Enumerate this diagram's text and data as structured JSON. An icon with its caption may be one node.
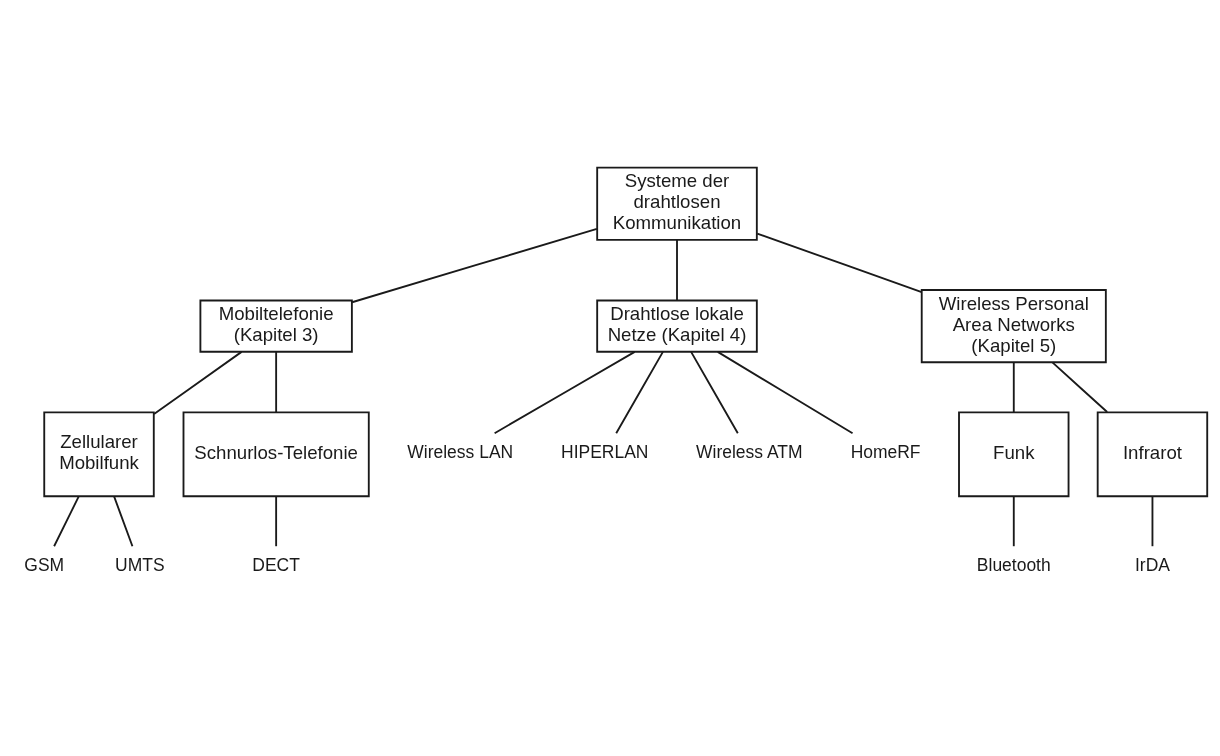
{
  "diagram": {
    "nodes": [
      {
        "text": [
          "Systeme der drahtlosen Kommunikation"
        ]
      },
      {
        "text": [
          "Mobiltelefonie (Kapitel 3)"
        ]
      },
      {
        "text": [
          "Drahtlose lokale Netze (Kapitel 4)"
        ]
      },
      {
        "text": [
          "Wireless Personal Area Networks (Kapitel 5)"
        ]
      },
      {
        "text": [
          "Zellularer Mobilfunk"
        ]
      },
      {
        "text": [
          "Schnurlos-Telefonie"
        ]
      },
      {
        "text": [
          "GSM"
        ]
      },
      {
        "text": [
          "UMTS"
        ]
      },
      {
        "text": [
          "DECT"
        ]
      },
      {
        "text": [
          "Wireless LAN"
        ]
      },
      {
        "text": [
          "HIPERLAN"
        ]
      },
      {
        "text": [
          "Wireless ATM"
        ]
      },
      {
        "text": [
          "HomeRF"
        ]
      },
      {
        "text": [
          "Funk"
        ]
      },
      {
        "text": [
          "Infrarot"
        ]
      },
      {
        "text": [
          "Bluetooth"
        ]
      },
      {
        "text": [
          "IrDA"
        ]
      }
    ],
    "edges": [
      {
        "from": 0,
        "to": 1,
        "arrow": "none"
      },
      {
        "from": 0,
        "to": 2,
        "arrow": "none"
      },
      {
        "from": 0,
        "to": 3,
        "arrow": "none"
      },
      {
        "from": 1,
        "to": 4,
        "arrow": "none"
      },
      {
        "from": 1,
        "to": 5,
        "arrow": "none"
      },
      {
        "from": 4,
        "to": 6,
        "arrow": "none"
      },
      {
        "from": 4,
        "to": 7,
        "arrow": "none"
      },
      {
        "from": 5,
        "to": 8,
        "arrow": "none"
      },
      {
        "from": 2,
        "to": 9,
        "arrow": "none"
      },
      {
        "from": 2,
        "to": 10,
        "arrow": "none"
      },
      {
        "from": 2,
        "to": 11,
        "arrow": "none"
      },
      {
        "from": 2,
        "to": 12,
        "arrow": "none"
      },
      {
        "from": 3,
        "to": 13,
        "arrow": "none"
      },
      {
        "from": 3,
        "to": 14,
        "arrow": "none"
      },
      {
        "from": 13,
        "to": 15,
        "arrow": "none"
      },
      {
        "from": 14,
        "to": 16,
        "arrow": "none"
      }
    ]
  }
}
